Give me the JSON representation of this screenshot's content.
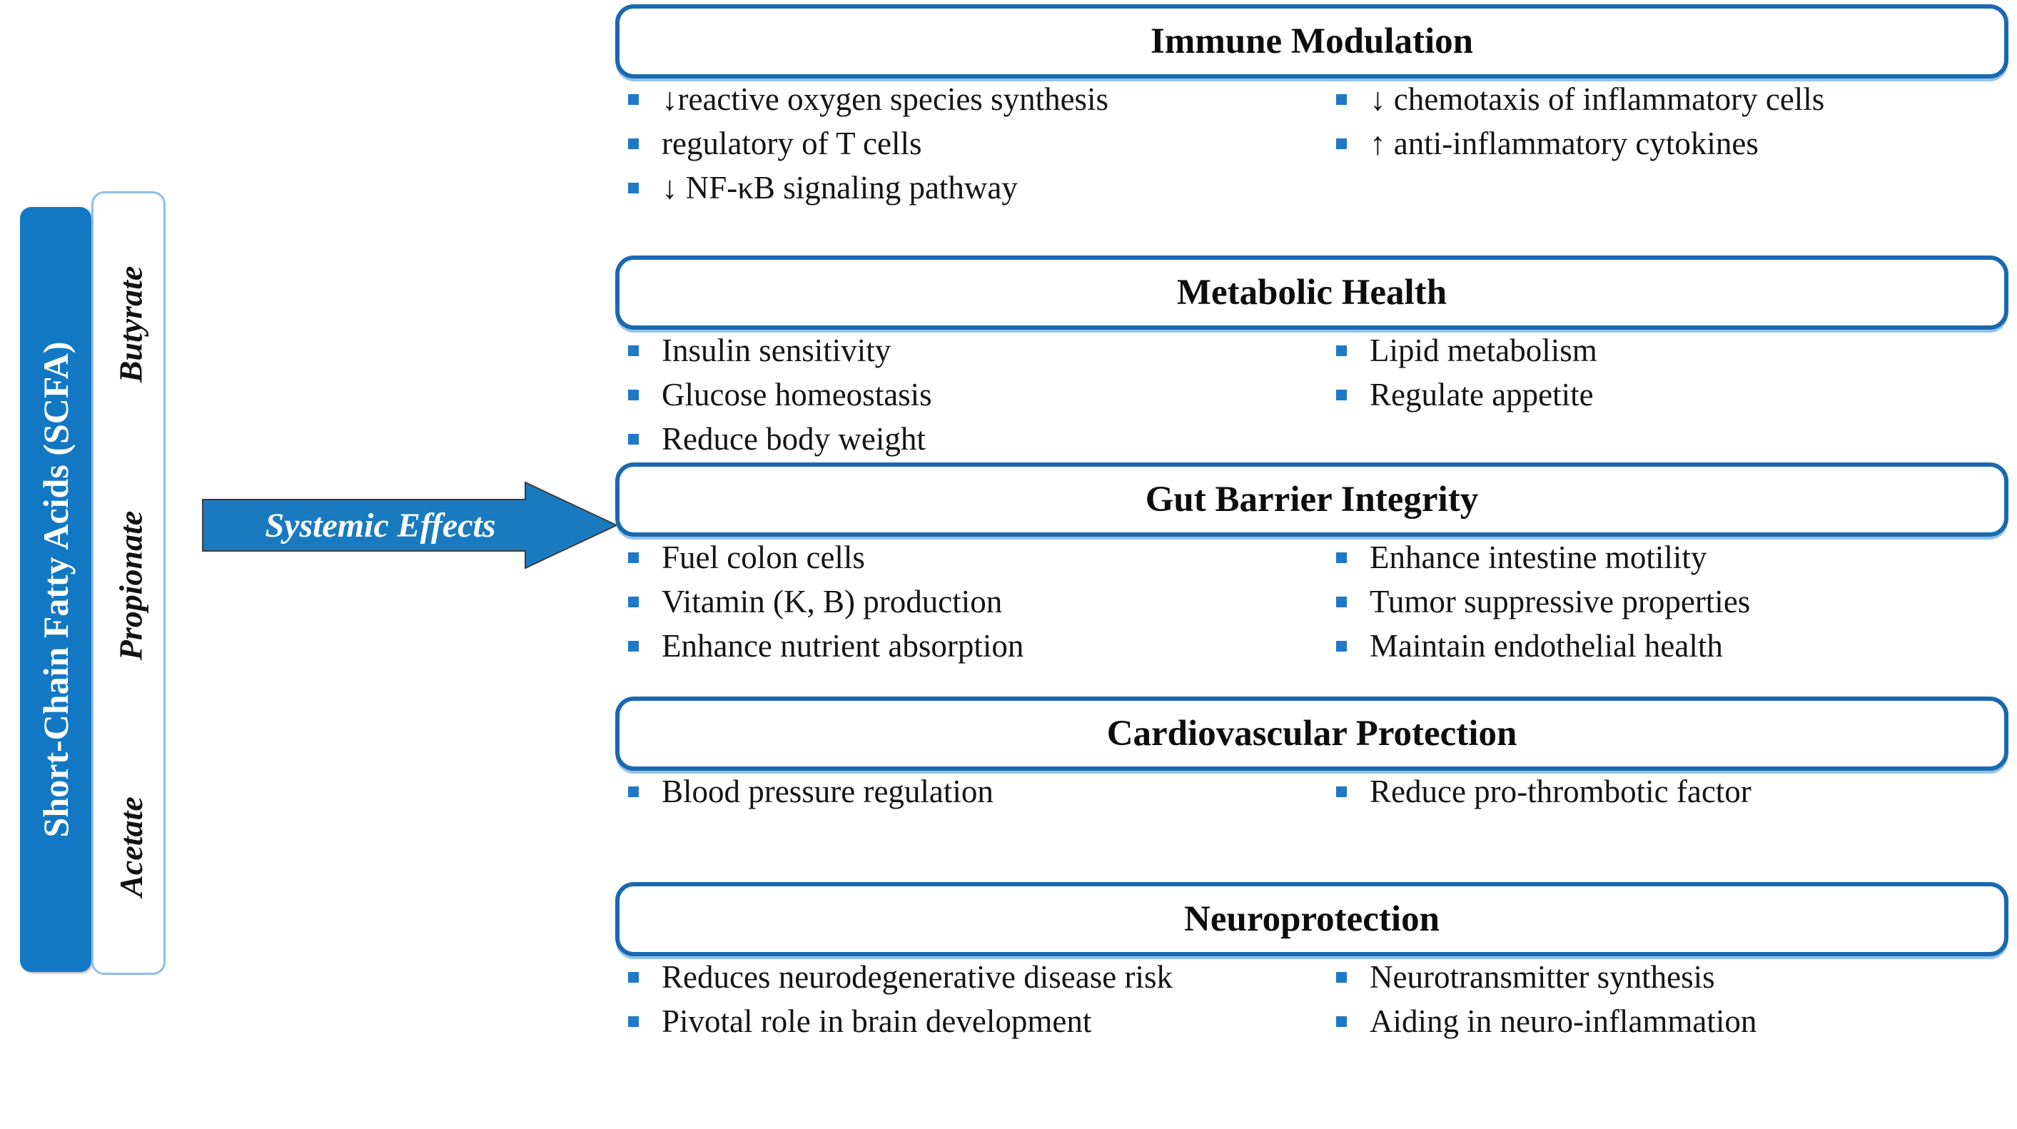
{
  "sidebar": {
    "main_label": "Short-Chain Fatty Acids (SCFA)",
    "acids": [
      {
        "name": "Butyrate"
      },
      {
        "name": "Propionate"
      },
      {
        "name": "Acetate"
      }
    ]
  },
  "arrow": {
    "label": "Systemic Effects",
    "color": "#1A7ABF"
  },
  "colors": {
    "brand_blue": "#1378C4",
    "border_blue": "#1969B0",
    "light_blue": "#8DC0E8",
    "bullet_blue": "#1F78C8"
  },
  "sections": [
    {
      "id": "immune",
      "title": "Immune Modulation",
      "left_bullets": [
        "↓reactive oxygen species synthesis",
        "regulatory of T cells",
        "↓ NF-κB signaling pathway"
      ],
      "right_bullets": [
        "↓ chemotaxis of inflammatory cells",
        "↑ anti-inflammatory cytokines"
      ]
    },
    {
      "id": "metabolic",
      "title": "Metabolic Health",
      "left_bullets": [
        "Insulin sensitivity",
        "Glucose homeostasis",
        "Reduce body weight"
      ],
      "right_bullets": [
        "Lipid metabolism",
        "Regulate appetite"
      ]
    },
    {
      "id": "gut",
      "title": "Gut Barrier Integrity",
      "left_bullets": [
        "Fuel colon cells",
        "Vitamin (K, B) production",
        "Enhance nutrient absorption"
      ],
      "right_bullets": [
        "Enhance intestine motility",
        "Tumor suppressive properties",
        "Maintain endothelial health"
      ]
    },
    {
      "id": "cardio",
      "title": "Cardiovascular Protection",
      "left_bullets": [
        "Blood pressure regulation"
      ],
      "right_bullets": [
        "Reduce pro-thrombotic factor"
      ]
    },
    {
      "id": "neuro",
      "title": "Neuroprotection",
      "left_bullets": [
        "Reduces neurodegenerative disease risk",
        "Pivotal role in brain development"
      ],
      "right_bullets": [
        "Neurotransmitter synthesis",
        "Aiding in neuro-inflammation"
      ]
    }
  ]
}
